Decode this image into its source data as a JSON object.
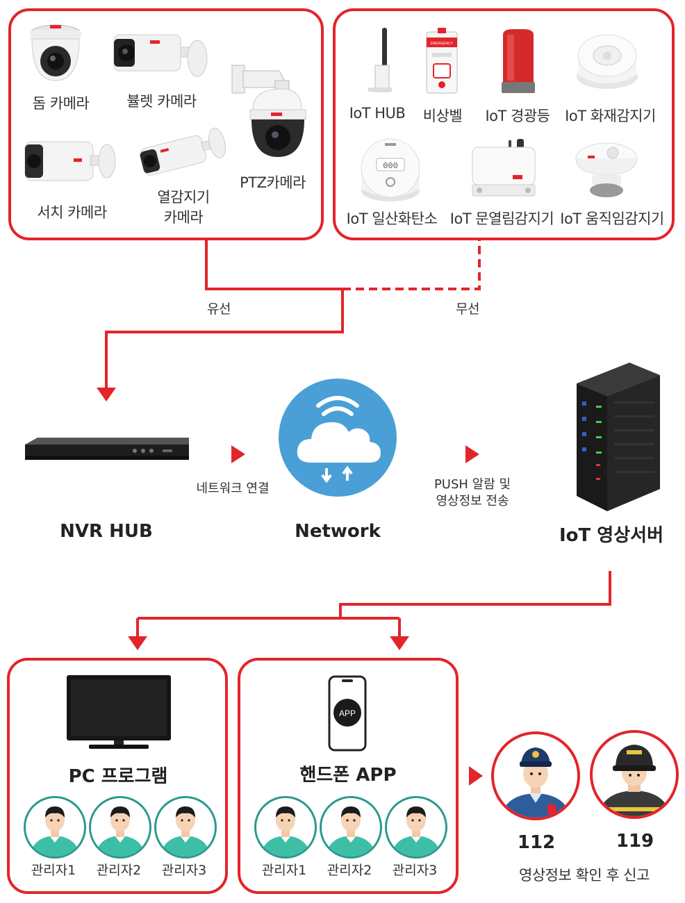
{
  "camera_box": {
    "items": [
      {
        "label": "돔 카메라"
      },
      {
        "label": "뷸렛 카메라"
      },
      {
        "label": "서치 카메라"
      },
      {
        "label_line1": "열감지기",
        "label_line2": "카메라"
      },
      {
        "label": "PTZ카메라"
      }
    ]
  },
  "iot_box": {
    "items": [
      {
        "label": "IoT HUB"
      },
      {
        "label": "비상벨"
      },
      {
        "label": "IoT 경광등"
      },
      {
        "label": "IoT 화재감지기"
      },
      {
        "label": "IoT 일산화탄소"
      },
      {
        "label": "IoT 문열림감지기"
      },
      {
        "label": "IoT 움직임감지기"
      }
    ],
    "co_display": "000",
    "bell_text": "비상벨",
    "bell_header": "EMERGENCY"
  },
  "connections": {
    "wired": "유선",
    "wireless": "무선"
  },
  "flow": {
    "nvr": "NVR HUB",
    "network": "Network",
    "server": "IoT 영상서버",
    "nvr_to_network": "네트워크 연결",
    "network_to_server_line1": "PUSH 알람 및",
    "network_to_server_line2": "영상정보 전송"
  },
  "pc_box": {
    "title": "PC 프로그램",
    "managers": [
      "관리자1",
      "관리자2",
      "관리자3"
    ]
  },
  "app_box": {
    "title": "핸드폰 APP",
    "app_icon": "APP",
    "managers": [
      "관리자1",
      "관리자2",
      "관리자3"
    ]
  },
  "emergency": {
    "police": "112",
    "fire": "119",
    "caption": "영상정보 확인 후 신고"
  },
  "colors": {
    "accent": "#e3242b",
    "cloud": "#4a9fd6",
    "manager": "#3dbfa5"
  },
  "icons": [
    "dome-camera-icon",
    "bullet-camera-icon",
    "search-camera-icon",
    "thermal-camera-icon",
    "ptz-camera-icon",
    "iot-hub-icon",
    "emergency-bell-icon",
    "warning-light-icon",
    "fire-detector-icon",
    "co-detector-icon",
    "door-sensor-icon",
    "motion-sensor-icon",
    "nvr-icon",
    "cloud-network-icon",
    "server-rack-icon",
    "monitor-icon",
    "smartphone-icon",
    "manager-avatar-icon",
    "police-icon",
    "firefighter-icon"
  ]
}
